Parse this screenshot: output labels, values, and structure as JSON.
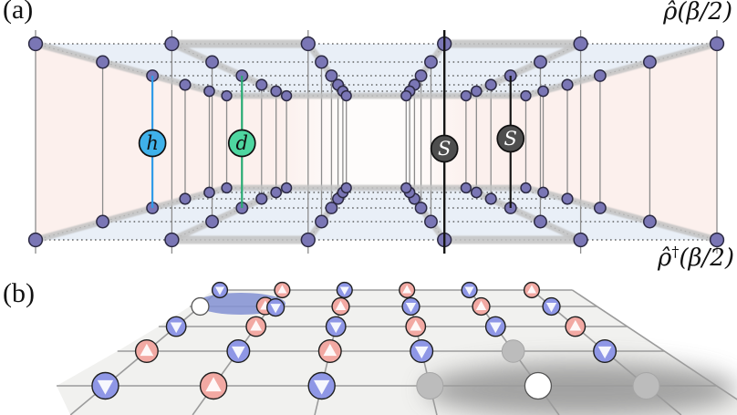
{
  "figure": {
    "panel_a": {
      "tag": "(a)",
      "top_label": {
        "rho_hat": "ρ̂",
        "args": "(β/2)"
      },
      "bottom_label": {
        "rho_hat": "ρ̂",
        "dagger": "†",
        "args": "(β/2)"
      },
      "grid": {
        "rows": 6,
        "cols": 6
      },
      "operators": [
        {
          "symbol": "h",
          "fill": "#3fb1ea",
          "text_color": "#101010",
          "line_color": "#2f9be8",
          "column": 1,
          "row": 3
        },
        {
          "symbol": "d",
          "fill": "#4ed6a0",
          "text_color": "#101010",
          "line_color": "#27ab72",
          "column": 2,
          "row": 3
        },
        {
          "symbol": "S",
          "fill": "#4e4e4e",
          "text_color": "#ffffff",
          "line_color": "#151515",
          "column": 4,
          "row": 1
        },
        {
          "symbol": "S",
          "fill": "#4e4e4e",
          "text_color": "#ffffff",
          "line_color": "#151515",
          "column": 5,
          "row": 3
        }
      ],
      "colors": {
        "plane_fill": "#e9eff7",
        "wall_fill": "#fcf0ed",
        "wall_center": "#fefcfb",
        "band": "#c2c2c2",
        "dot_fill": "#7a76b5",
        "dot_stroke": "#2b2942",
        "site_line": "#8c8c8c",
        "dotted_line": "#4a4a4a"
      }
    },
    "panel_b": {
      "tag": "(b)",
      "lattice": {
        "rows": 5,
        "cols": 6,
        "states": [
          [
            "down",
            "up",
            "down",
            "up",
            "down",
            "up"
          ],
          [
            "empty",
            "doublon",
            "up",
            "down",
            "up",
            "down"
          ],
          [
            "down",
            "up",
            "down",
            "up",
            "down",
            "up"
          ],
          [
            "up",
            "down",
            "up",
            "down",
            "gray",
            "down"
          ],
          [
            "down",
            "up",
            "down",
            "gray",
            "empty",
            "gray"
          ]
        ]
      },
      "colors": {
        "spin_up_fill": "#f2a9a3",
        "spin_down_fill": "#8f97e6",
        "empty_fill": "#ffffff",
        "gray_fill": "#bcbcbc",
        "triangle": "#ffffff",
        "site_stroke": "#1f1f1f",
        "grid_line": "#9b9b9b",
        "lattice_fill": "#f1f1ef",
        "highlight": "#8391d2",
        "shadow": "#8f8f8f"
      }
    }
  }
}
